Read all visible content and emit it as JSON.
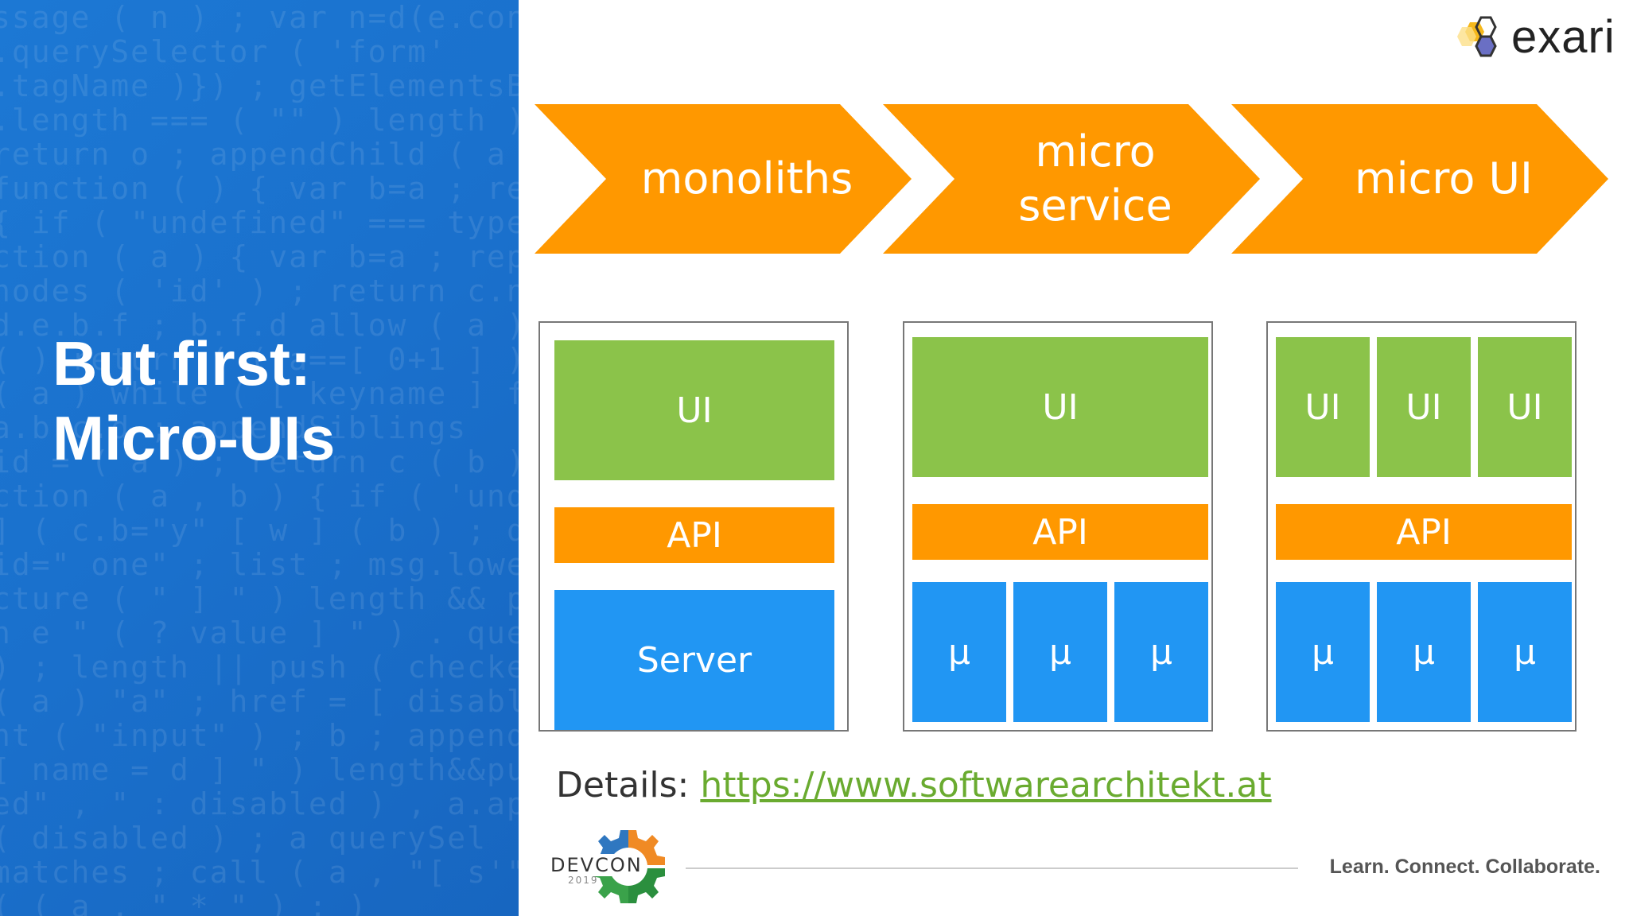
{
  "slide": {
    "title_line1": "But first:",
    "title_line2": "Micro-UIs"
  },
  "logo": {
    "text": "exari"
  },
  "background_code": [
    "  ssage ( n )  ; var n=d(e.content",
    "  .querySelector  ( 'form'",
    "  .tagName )})   ; getElementsByTag",
    "  .length === ( \"\" )  length ) )",
    "return    o  ; appendChild ( a )",
    "function ( ) { var  b=a  ; replace (",
    "  { if ( \"undefined\" ===  typeof  b",
    "ction ( a ) { var  b=a  ; replace ( _",
    "  nodes ( 'id' )  ; return  c.node",
    "  d.e.b.f  ; b.f.d   allow ( a )  ;",
    "  ( )    return  ( ( a==[ 0+1 ] )",
    "  ( a )   while ( [ keyname ]  func",
    "  a.b.c.d  ; appendSiblings",
    "  id = ( a )   ; return  c ( b )",
    "ction ( a , b ) { if ( 'undefined'",
    "  ] ( c.b=\"y\" [ w ] ( b )  ; query",
    "  id=\" one\" ; list  ;   msg.lowercase",
    "cture ( \" ] \" )  length && push ( \" [",
    "  n e \" ( ? value ] \" ) . query",
    "  ) ; length || push ( checked ) ,",
    "  ( a ) \"a\"  ; href = [ disabled",
    "  nt ( \"input\" ) ; b  ; appendChild",
    "  [ name = d ] \" )  length&&push ( \" na",
    "  ed\" , \" : disabled ) , a.appendChi",
    "  ( disabled )   ; a  querySel",
    "  matches  ; call ( a , \"[ s'\"",
    "  ( ( a , \" *  \" )  ; )"
  ],
  "evolution": [
    {
      "label": "monoliths"
    },
    {
      "label": "micro\nservice"
    },
    {
      "label": "micro UI"
    }
  ],
  "monolith": {
    "ui": "UI",
    "api": "API",
    "server": "Server"
  },
  "microservice": {
    "ui": "UI",
    "api": "API",
    "services": [
      "µ",
      "µ",
      "µ"
    ]
  },
  "microui": {
    "uis": [
      "UI",
      "UI",
      "UI"
    ],
    "api": "API",
    "services": [
      "µ",
      "µ",
      "µ"
    ]
  },
  "details": {
    "label": "Details:",
    "url": "https://www.softwarearchitekt.at"
  },
  "footer": {
    "event_name": "DEVCON",
    "event_year": "2019",
    "tagline": "Learn. Connect. Collaborate."
  },
  "colors": {
    "accent_blue": "#1a70cc",
    "arrow_orange": "#ff9800",
    "ui_green": "#8bc34a",
    "service_blue": "#2196f3",
    "link_green": "#6aab30"
  }
}
